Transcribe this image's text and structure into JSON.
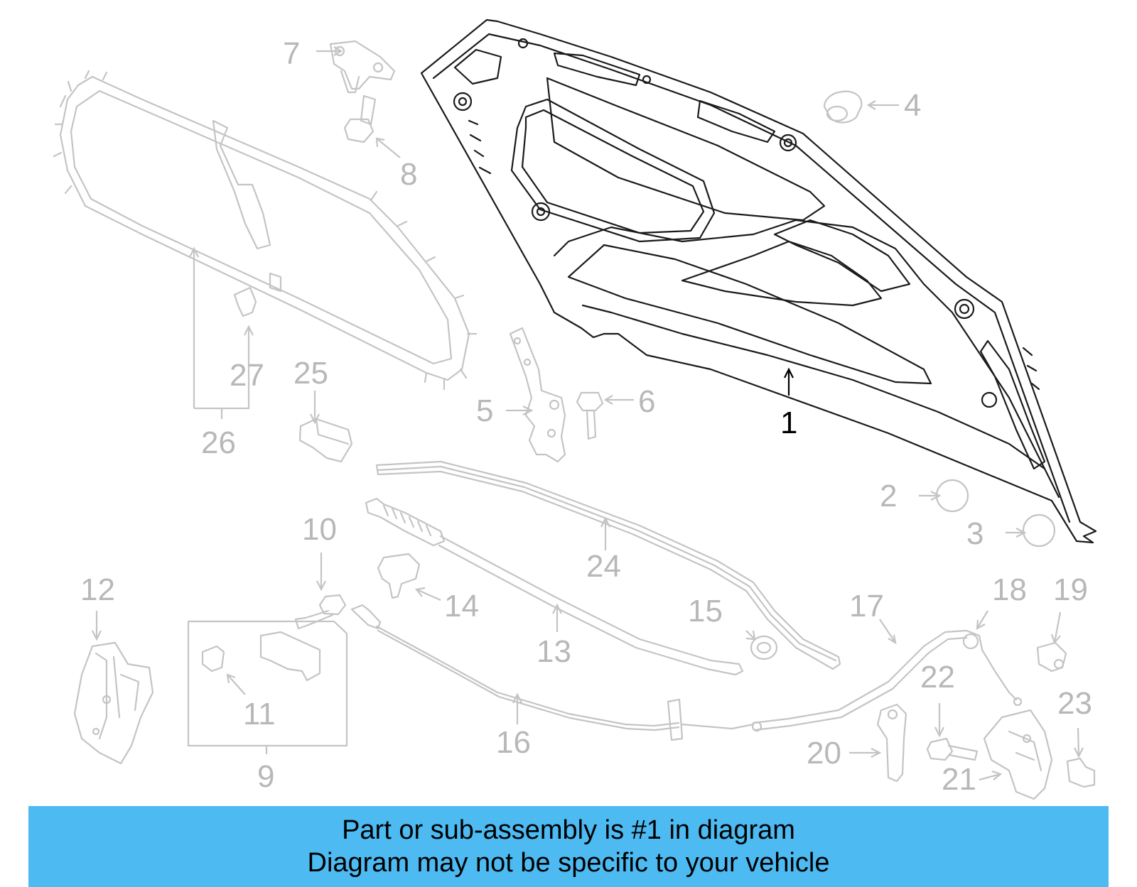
{
  "colors": {
    "highlight": "#4dbaf2",
    "ghost_part": "#c4c4c4",
    "outline": "#1a1a1a"
  },
  "callouts": {
    "c1": "1",
    "c2": "2",
    "c3": "3",
    "c4": "4",
    "c5": "5",
    "c6": "6",
    "c7": "7",
    "c8": "8",
    "c9": "9",
    "c10": "10",
    "c11": "11",
    "c12": "12",
    "c13": "13",
    "c14": "14",
    "c15": "15",
    "c16": "16",
    "c17": "17",
    "c18": "18",
    "c19": "19",
    "c20": "20",
    "c21": "21",
    "c22": "22",
    "c23": "23",
    "c24": "24",
    "c25": "25",
    "c26": "26",
    "c27": "27"
  },
  "banner": {
    "line1": "Part or sub-assembly is #1 in diagram",
    "line2": "Diagram may not be specific to your vehicle"
  }
}
